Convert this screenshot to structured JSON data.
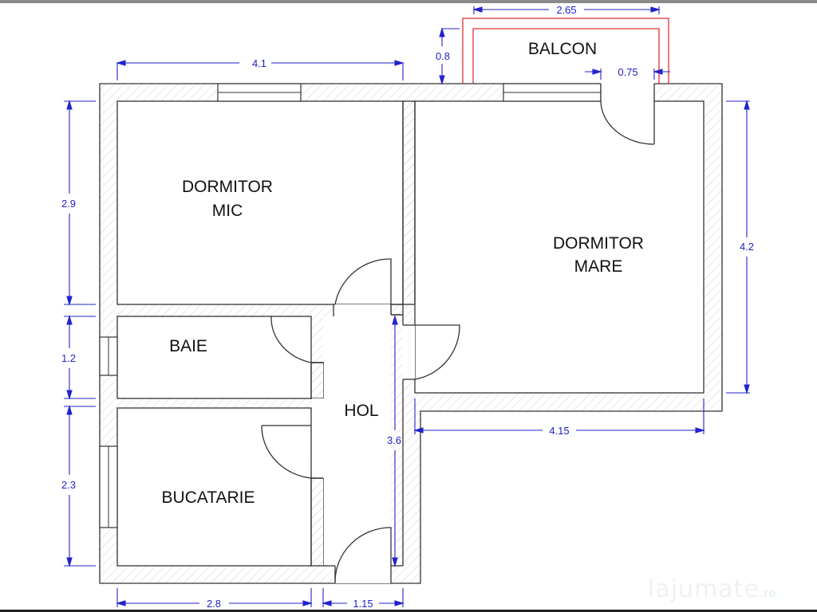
{
  "rooms": {
    "dormitor_mic": {
      "line1": "DORMITOR",
      "line2": "MIC"
    },
    "dormitor_mare": {
      "line1": "DORMITOR",
      "line2": "MARE"
    },
    "baie": {
      "label": "BAIE"
    },
    "hol": {
      "label": "HOL"
    },
    "bucatarie": {
      "label": "BUCATARIE"
    },
    "balcon": {
      "label": "BALCON"
    }
  },
  "dimensions": {
    "dormitor_mic_width": "4.1",
    "dormitor_mic_height": "2.9",
    "baie_height": "1.2",
    "bucatarie_height": "2.3",
    "bucatarie_width": "2.8",
    "hol_entry_width": "1.15",
    "hol_height": "3.6",
    "dormitor_mare_width": "4.15",
    "dormitor_mare_height": "4.2",
    "balcon_width": "2.65",
    "balcon_depth": "0.8",
    "balcon_door": "0.75"
  },
  "colors": {
    "wall": "#333333",
    "hatch": "#cccccc",
    "dimension": "#2222cc",
    "balcony": "#e03030"
  },
  "watermark": {
    "brand": "lajumate",
    "suffix": ".ro"
  }
}
